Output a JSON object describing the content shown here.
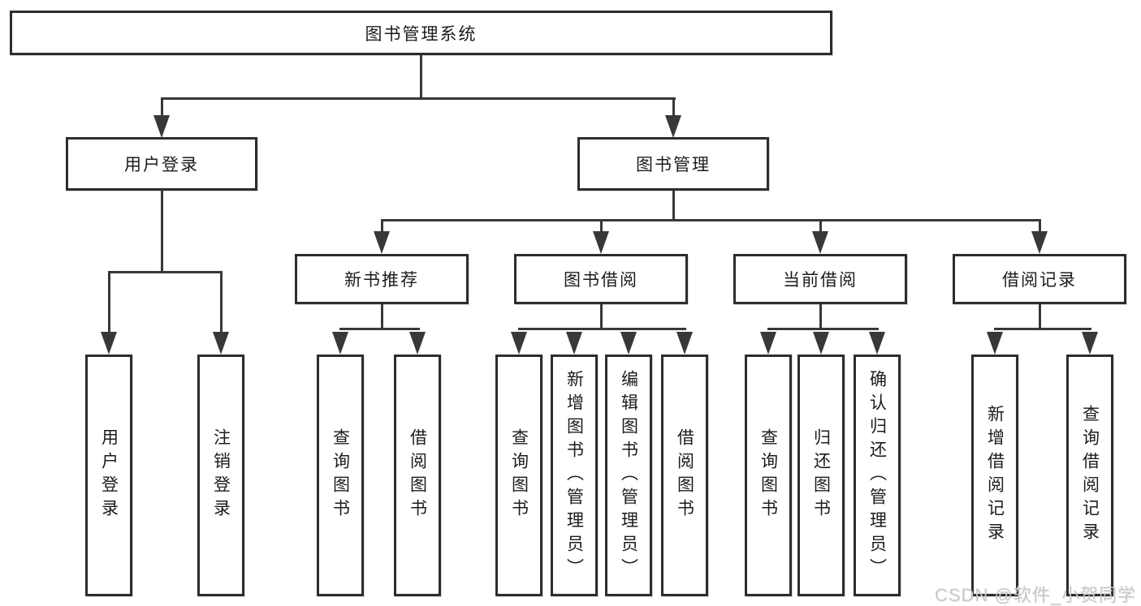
{
  "diagram": {
    "root": {
      "label": "图书管理系统"
    },
    "level2": [
      {
        "label": "用户登录"
      },
      {
        "label": "图书管理"
      }
    ],
    "level3": [
      {
        "label": "新书推荐"
      },
      {
        "label": "图书借阅"
      },
      {
        "label": "当前借阅"
      },
      {
        "label": "借阅记录"
      }
    ],
    "leaves_user_login": [
      {
        "label": "用户登录"
      },
      {
        "label": "注销登录"
      }
    ],
    "leaves_new_book": [
      {
        "label": "查询图书"
      },
      {
        "label": "借阅图书"
      }
    ],
    "leaves_book_borrow": [
      {
        "label": "查询图书"
      },
      {
        "label": "新增图书（管理员）"
      },
      {
        "label": "编辑图书（管理员）"
      },
      {
        "label": "借阅图书"
      }
    ],
    "leaves_current_borrow": [
      {
        "label": "查询图书"
      },
      {
        "label": "归还图书"
      },
      {
        "label": "确认归还（管理员）"
      }
    ],
    "leaves_borrow_record": [
      {
        "label": "新增借阅记录"
      },
      {
        "label": "查询借阅记录"
      }
    ]
  },
  "watermark": {
    "text": "CSDN @软件_小贺同学"
  },
  "colors": {
    "line": "#383838",
    "border": "#2d2d2d",
    "text": "#1c1c1c",
    "watermark": "#c9c9c9",
    "background": "#ffffff"
  }
}
